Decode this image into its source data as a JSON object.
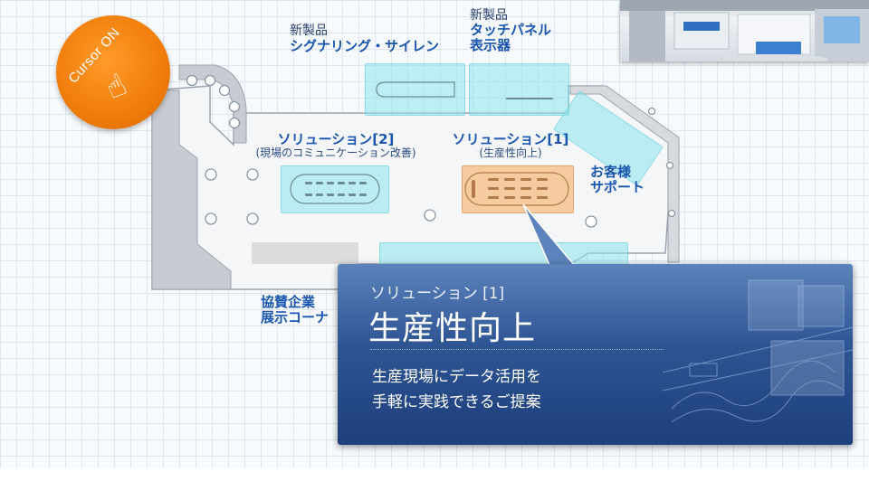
{
  "cursor_toggle": {
    "label": "Cursor ON",
    "icon": "pointing-hand-icon"
  },
  "labels": {
    "new_signal": {
      "line1": "新製品",
      "line2": "シグナリング・サイレン"
    },
    "new_touch": {
      "line1": "新製品",
      "line2": "タッチパネル",
      "line3": "表示器"
    },
    "solution2": {
      "title": "ソリューション[2]",
      "sub": "(現場のコミュニケーション改善)"
    },
    "solution1": {
      "title": "ソリューション[1]",
      "sub": "(生産性向上)"
    },
    "support": {
      "line1": "お客様",
      "line2": "サポート"
    },
    "sponsor": {
      "line1": "協賛企業",
      "line2": "展示コーナ"
    }
  },
  "popup": {
    "subtitle": "ソリューション [1]",
    "title": "生産性向上",
    "desc_line1": "生産現場にデータ活用を",
    "desc_line2": "手軽に実践できるご提案"
  },
  "colors": {
    "accent_blue": "#1a56b0",
    "orange": "#f07d0a",
    "popup_top": "#5d83bc",
    "popup_bottom": "#1d3f7b",
    "booth_cyan": "#8ce4ec",
    "booth_orange": "#f8c08a"
  }
}
